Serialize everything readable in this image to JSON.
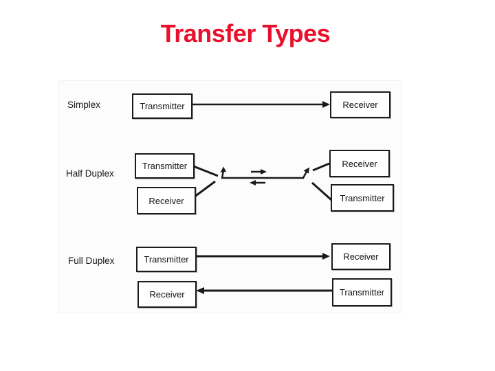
{
  "title": "Transfer Types",
  "colors": {
    "title_red": "#e8112d",
    "ink": "#1a1a1a",
    "scan_background": "#fcfcfc"
  },
  "diagram": {
    "simplex": {
      "label": "Simplex",
      "transmitter": "Transmitter",
      "receiver": "Receiver"
    },
    "half_duplex": {
      "label": "Half Duplex",
      "left_top": "Transmitter",
      "left_bottom": "Receiver",
      "right_top": "Receiver",
      "right_bottom": "Transmitter"
    },
    "full_duplex": {
      "label": "Full Duplex",
      "left_top": "Transmitter",
      "left_bottom": "Receiver",
      "right_top": "Receiver",
      "right_bottom": "Transmitter"
    }
  }
}
